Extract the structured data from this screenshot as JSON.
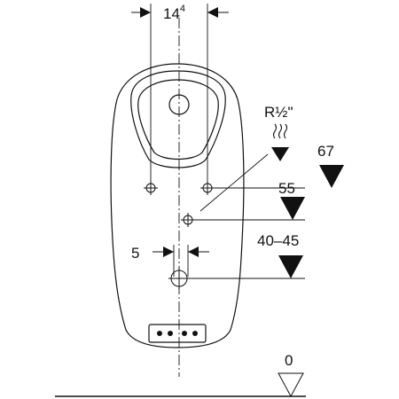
{
  "diagram": {
    "dimension_top": {
      "main": "14",
      "sup": "4"
    },
    "dimension_spacing": "5",
    "thread_label": "R½\"",
    "height_labels": [
      "67",
      "55",
      "40–45"
    ],
    "floor_label": "0",
    "colors": {
      "line": "#111111",
      "background": "#ffffff"
    }
  }
}
